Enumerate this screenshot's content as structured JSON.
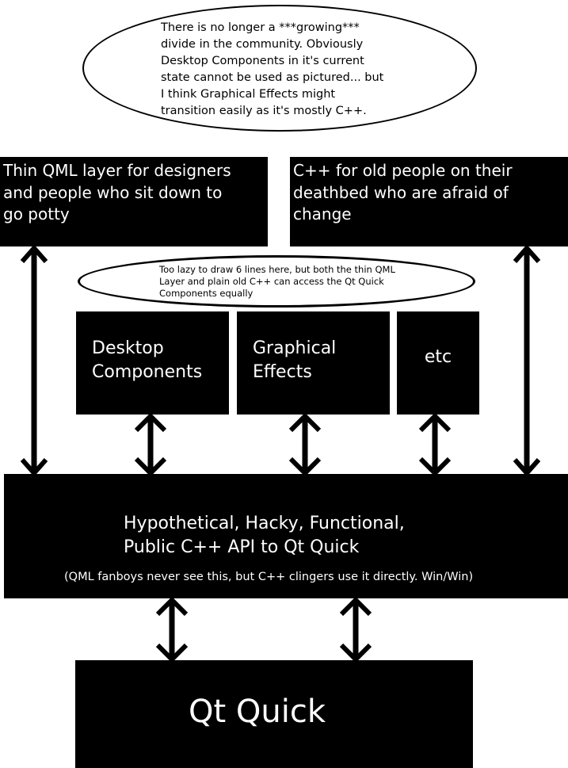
{
  "bubble_top": {
    "lines": [
      "There is no longer a ***growing***",
      "divide in the community. Obviously",
      "Desktop Components in it's current",
      "state cannot be used as pictured... but",
      "I think Graphical Effects might",
      "transition easily as it's mostly C++."
    ]
  },
  "qml_box": {
    "lines": [
      "Thin QML layer for designers",
      "and people who sit down to",
      "go potty"
    ]
  },
  "cpp_box": {
    "lines": [
      "C++ for old people on their",
      "deathbed who are afraid of",
      "change"
    ]
  },
  "bubble_mid": {
    "lines": [
      "Too lazy to draw 6 lines here, but both the thin QML",
      "Layer and plain old C++ can access the Qt Quick",
      "Components equally"
    ]
  },
  "components": {
    "desktop": [
      "Desktop",
      "Components"
    ],
    "effects": [
      "Graphical",
      "Effects"
    ],
    "etc": "etc"
  },
  "api_box": {
    "title_lines": [
      "Hypothetical, Hacky, Functional,",
      "Public C++ API to Qt Quick"
    ],
    "note": "(QML fanboys never see this, but C++ clingers use it directly. Win/Win)"
  },
  "qtquick_box": {
    "title": "Qt Quick"
  },
  "colors": {
    "box": "#000000",
    "box_text": "#ffffff",
    "background": "#ffffff"
  }
}
